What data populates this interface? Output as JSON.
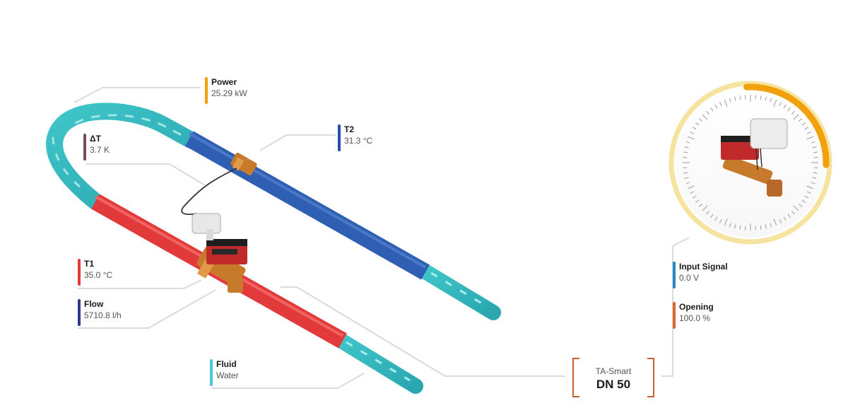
{
  "labels": {
    "power": {
      "name": "Power",
      "value": "25.29 kW",
      "color": "#f0a10b"
    },
    "delta_t": {
      "name": "ΔT",
      "value": "3.7 K",
      "color": "#7a4a5e"
    },
    "t2": {
      "name": "T2",
      "value": "31.3 °C",
      "color": "#244ea8"
    },
    "t1": {
      "name": "T1",
      "value": "35.0 °C",
      "color": "#e23a3a"
    },
    "flow": {
      "name": "Flow",
      "value": "5710.8 l/h",
      "color": "#2e3a86"
    },
    "fluid": {
      "name": "Fluid",
      "value": "Water",
      "color": "#4fc3e0"
    },
    "input_signal": {
      "name": "Input Signal",
      "value": "0.0 V",
      "color": "#2a86c8"
    },
    "opening": {
      "name": "Opening",
      "value": "100.0 %",
      "color": "#d9682a"
    }
  },
  "valve": {
    "model": "TA-Smart",
    "size": "DN 50",
    "bracket_color": "#c8622a"
  },
  "gauge": {
    "opening_fraction": 1.0,
    "arc_color": "#f0a10b",
    "ring_color": "#f7e3a0"
  },
  "pipe_colors": {
    "supply": "#e23a3a",
    "return": "#2f5fb3",
    "teal": "#2fb7b9"
  }
}
